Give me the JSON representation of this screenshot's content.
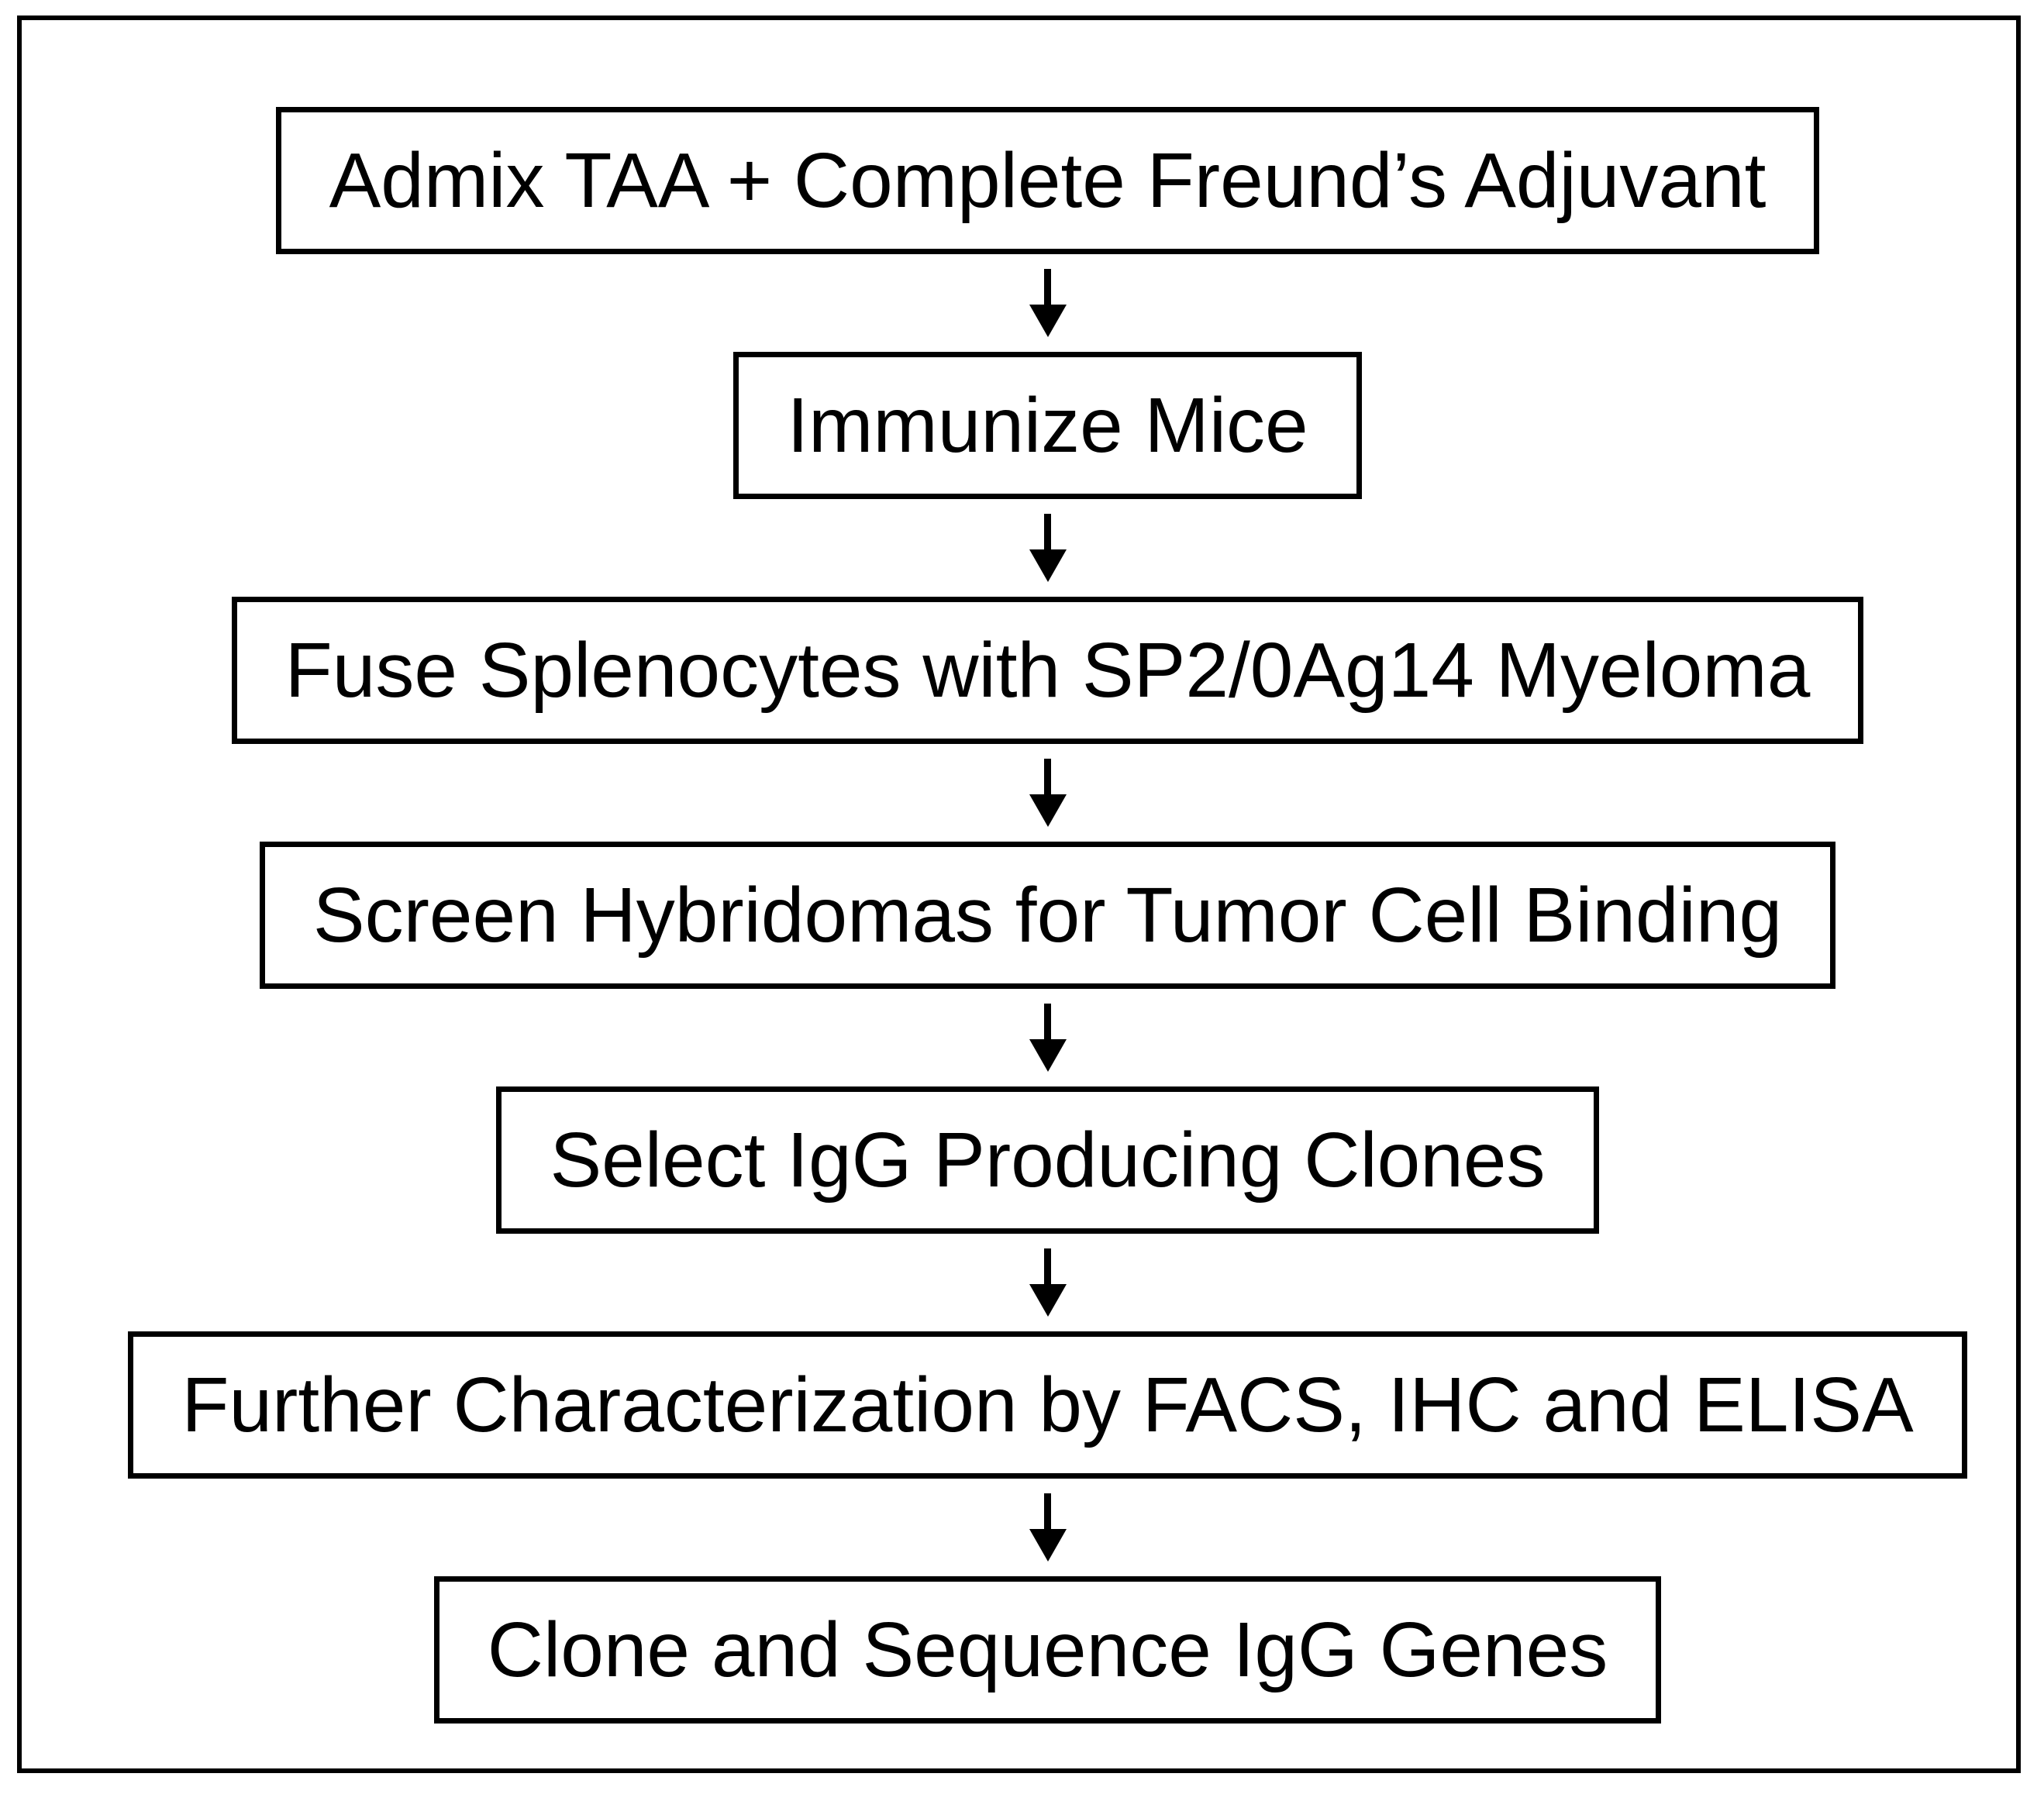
{
  "diagram": {
    "type": "flowchart",
    "direction": "top-down",
    "connector": "down-arrow",
    "colors": {
      "background": "#ffffff",
      "border": "#000000",
      "text": "#000000"
    },
    "steps": [
      {
        "label": "Admix TAA + Complete Freund’s Adjuvant"
      },
      {
        "label": "Immunize Mice"
      },
      {
        "label": "Fuse Splenocytes with SP2/0Ag14 Myeloma"
      },
      {
        "label": "Screen Hybridomas for Tumor Cell Binding"
      },
      {
        "label": "Select IgG Producing Clones"
      },
      {
        "label": "Further Characterization by FACS, IHC and ELISA"
      },
      {
        "label": "Clone and Sequence IgG Genes"
      }
    ]
  }
}
